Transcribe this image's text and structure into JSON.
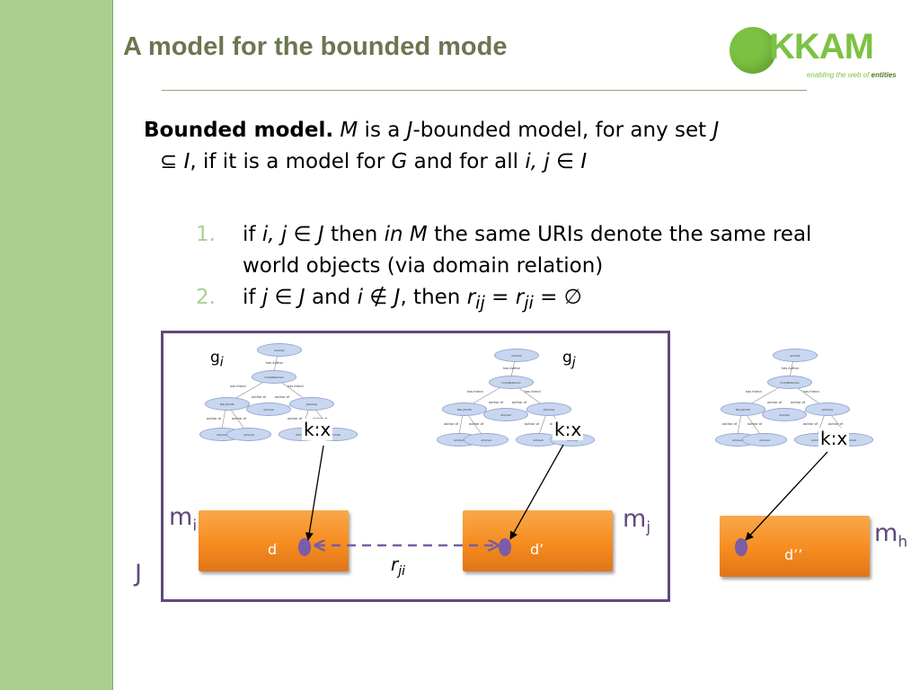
{
  "slide": {
    "title": "A model for the bounded mode",
    "logo": {
      "word": "KKAM",
      "tagline_prefix": "enabling the web of",
      "tagline_emphasis": "entities"
    }
  },
  "definition": {
    "lead": "Bounded model.",
    "M": "M",
    "t1": " is a ",
    "J1": "J",
    "t2": "-bounded model, for any set ",
    "J2": "J",
    "subset": "⊆",
    "I1": "I",
    "t3": ", if it is a model for ",
    "G": "G",
    "t4": " and for all ",
    "ij": "i, j",
    "in": "∈",
    "I2": "I"
  },
  "conditions": [
    {
      "number": "1.",
      "if": "if ",
      "vars": "i, j",
      "in": " ∈ ",
      "J": "J",
      "then": " then ",
      "inM": "in M",
      "rest": " the same URIs denote the same real world objects (via domain relation)"
    },
    {
      "number": "2.",
      "if": "if ",
      "j": "j",
      "in": " ∈ ",
      "J1": "J",
      "and": " and ",
      "i": "i",
      "notin": " ∉ ",
      "J2": "J",
      "then": ", then ",
      "r1": "r",
      "ij": "ij",
      "eq1": " = ",
      "r2": "r",
      "ji": "ji",
      "eq2": " = ∅"
    }
  ],
  "diagram": {
    "graph_labels": {
      "gi_base": "g",
      "gi_sub": "i",
      "gj_base": "g",
      "gj_sub": "j"
    },
    "kx_label": "k:x",
    "tree_nodes": [
      "Article1",
      "CodyBateman",
      "MarySmith",
      "Article2",
      "JohnDoe",
      "Article3",
      "Article4",
      "Article5",
      "Article6"
    ],
    "tree_edges": [
      "has Author",
      "has friend",
      "has friend",
      "author of",
      "author of",
      "author of",
      "author of",
      "author of",
      "author of"
    ],
    "domains": [
      {
        "element": "d",
        "model_base": "m",
        "model_sub": "i"
      },
      {
        "element": "d’",
        "model_base": "m",
        "model_sub": "j"
      },
      {
        "element": "d’’",
        "model_base": "m",
        "model_sub": "h"
      }
    ],
    "set_label": "J",
    "relation_base": "r",
    "relation_sub": "ji",
    "colors": {
      "set_border": "#60497a",
      "domain_fill": "#f68c1f",
      "dot": "#7a5ca8",
      "relation_line": "#7a5ca8",
      "sidebar": "#a9d08e"
    }
  }
}
